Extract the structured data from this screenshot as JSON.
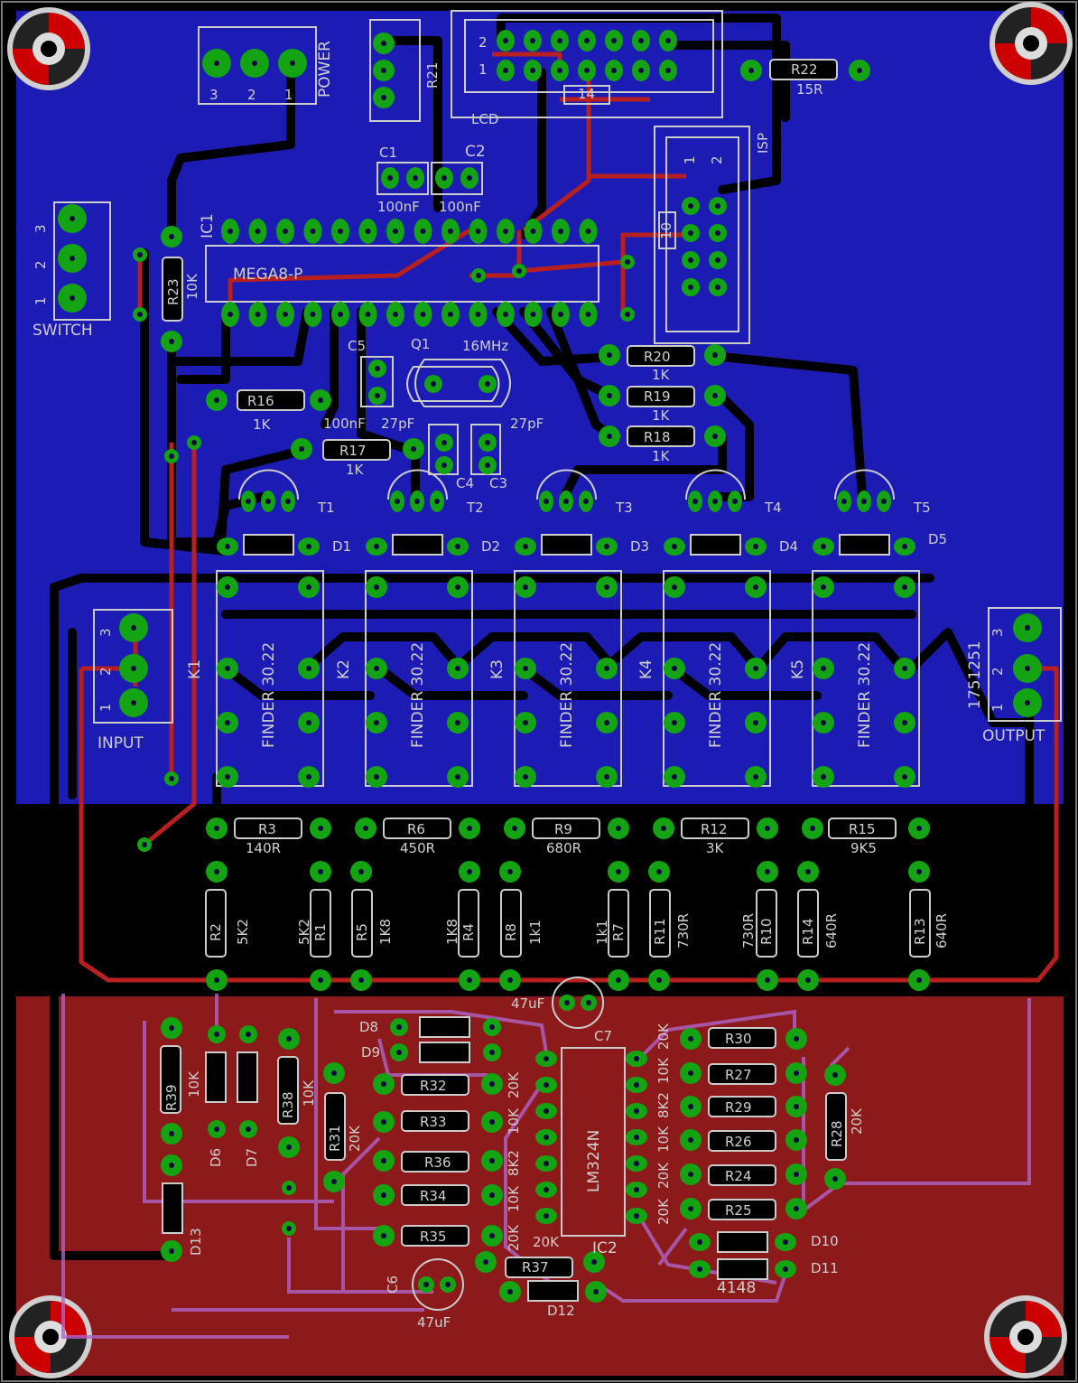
{
  "board": {
    "colors": {
      "background": "#000000",
      "top_copper": "#1c1cb4",
      "bottom_copper": "#8c1a1a",
      "pad": "#13a313",
      "silk": "#cccccc",
      "trace": "#000000"
    }
  },
  "labels": {
    "power": "POWER",
    "r21": "R21",
    "lcd": "LCD",
    "lcd_pin2": "2",
    "lcd_pin1": "1",
    "lcd_pin14": "14",
    "r22": "R22",
    "r22_val": "15R",
    "pwr_1": "1",
    "pwr_2": "2",
    "pwr_3": "3",
    "isp": "ISP",
    "isp_1": "1",
    "isp_2": "2",
    "isp_10": "10",
    "c1": "C1",
    "c1_val": "100nF",
    "c2": "C2",
    "c2_val": "100nF",
    "ic1": "IC1",
    "mega8": "MEGA8-P",
    "switch": "SWITCH",
    "sw_1": "1",
    "sw_2": "2",
    "sw_3": "3",
    "r23": "R23",
    "r23_val": "10K",
    "c5": "C5",
    "c5_val": "100nF",
    "q1": "Q1",
    "q1_val": "16MHz",
    "c4_val": "27pF",
    "c3_val": "27pF",
    "c4": "C4",
    "c3": "C3",
    "r16": "R16",
    "r16_val": "1K",
    "r17": "R17",
    "r17_val": "1K",
    "r20": "R20",
    "r20_val": "1K",
    "r19": "R19",
    "r19_val": "1K",
    "r18": "R18",
    "r18_val": "1K",
    "t1": "T1",
    "t2": "T2",
    "t3": "T3",
    "t4": "T4",
    "t5": "T5",
    "d1": "D1",
    "d2": "D2",
    "d3": "D3",
    "d4": "D4",
    "d5": "D5",
    "finder": "FINDER 30.22",
    "k1": "K1",
    "k2": "K2",
    "k3": "K3",
    "k4": "K4",
    "k5": "K5",
    "input": "INPUT",
    "in_1": "1",
    "in_2": "2",
    "in_3": "3",
    "output": "OUTPUT",
    "out_1": "1",
    "out_2": "2",
    "out_3": "3",
    "out_part": "1751251",
    "r3": "R3",
    "r3_val": "140R",
    "r6": "R6",
    "r6_val": "450R",
    "r9": "R9",
    "r9_val": "680R",
    "r12": "R12",
    "r12_val": "3K",
    "r15": "R15",
    "r15_val": "9K5",
    "r2": "R2",
    "r2_val": "5K2",
    "r1": "R1",
    "r1_val": "5K2",
    "r5": "R5",
    "r5_val": "1K8",
    "r4": "R4",
    "r4_val": "1K8",
    "r8": "R8",
    "r8_val": "1k1",
    "r7": "R7",
    "r7_val": "1k1",
    "r11": "R11",
    "r11_val": "730R",
    "r10": "R10",
    "r10_val": "730R",
    "r14": "R14",
    "r14_val": "640R",
    "r13": "R13",
    "r13_val": "640R",
    "c7": "C7",
    "c7_val": "47uF",
    "c6": "C6",
    "c6_val": "47uF",
    "d8": "D8",
    "d9": "D9",
    "d6": "D6",
    "d7": "D7",
    "d13": "D13",
    "d10": "D10",
    "d11": "D11",
    "d12": "D12",
    "d_val": "4148",
    "r39": "R39",
    "r39_val": "10K",
    "r38": "R38",
    "r38_val": "10K",
    "r31": "R31",
    "r31_val": "20K",
    "r32": "R32",
    "r32_val": "20K",
    "r33": "R33",
    "r33_val": "10K",
    "r36": "R36",
    "r36_val": "8K2",
    "r34": "R34",
    "r34_val": "10K",
    "r35": "R35",
    "r35_val": "20K",
    "r37": "R37",
    "r37_val": "20K",
    "lm324": "LM324N",
    "ic2": "IC2",
    "r30": "R30",
    "r30_val": "20K",
    "r27": "R27",
    "r27_val": "10K",
    "r29": "R29",
    "r29_val": "8K2",
    "r26": "R26",
    "r26_val": "10K",
    "r24": "R24",
    "r24_val": "20K",
    "r25": "R25",
    "r25_val": "20K",
    "r28": "R28",
    "r28_val": "20K"
  }
}
